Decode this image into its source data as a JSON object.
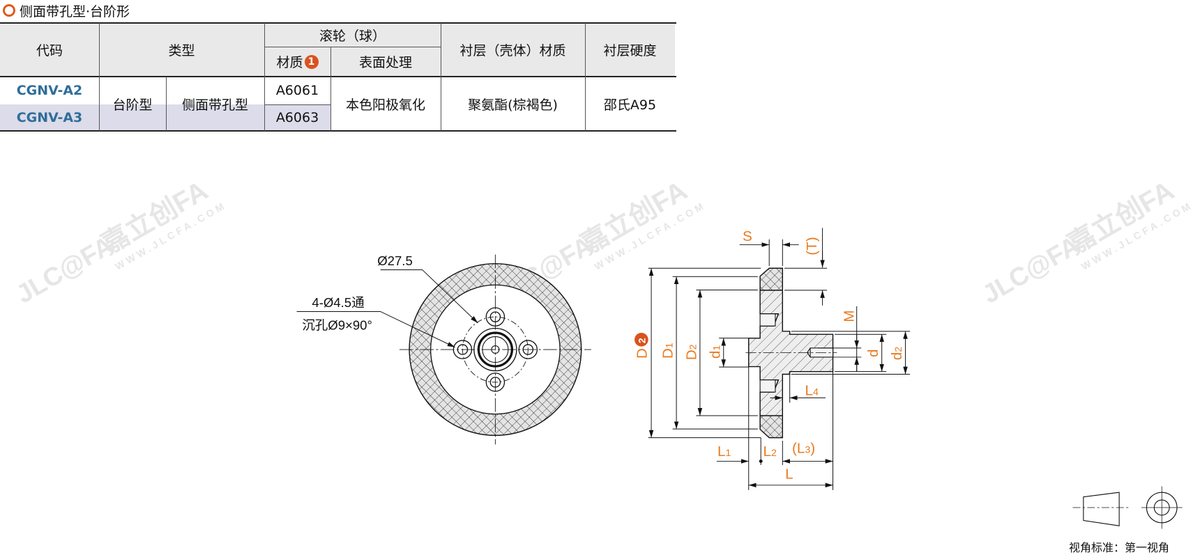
{
  "section_title": "侧面带孔型·台阶形",
  "table": {
    "headers": {
      "code": "代码",
      "type": "类型",
      "roller": "滚轮（球）",
      "material": "材质",
      "material_note": "1",
      "surface": "表面处理",
      "lining_material": "衬层（壳体）材质",
      "lining_hardness": "衬层硬度"
    },
    "rows": [
      {
        "code": "CGNV-A2",
        "material": "A6061"
      },
      {
        "code": "CGNV-A3",
        "material": "A6063"
      }
    ],
    "shared": {
      "type1": "台阶型",
      "type2": "侧面带孔型",
      "surface": "本色阳极氧化",
      "lining_material": "聚氨酯(棕褐色)",
      "lining_hardness": "邵氏A95"
    }
  },
  "front_view": {
    "dia_label": "Ø27.5",
    "hole_label": "4-Ø4.5通",
    "counterbore_label": "沉孔Ø9×90°"
  },
  "side_view": {
    "S": "S",
    "T": "(T)",
    "D": "D",
    "D_note": "2",
    "D1": "D",
    "D1_sub": "1",
    "D2": "D",
    "D2_sub": "2",
    "d1": "d",
    "d1_sub": "1",
    "d": "d",
    "d2": "d",
    "d2_sub": "2",
    "M": "M",
    "L": "L",
    "L1": "L",
    "L1_sub": "1",
    "L2": "L",
    "L2_sub": "2",
    "L3": "(L",
    "L3_sub": "3",
    "L3_close": ")",
    "L4": "L",
    "L4_sub": "4"
  },
  "watermark": {
    "brand": "嘉立创FA",
    "logo": "JLC@FA",
    "url": "WWW.JLCFA.COM"
  },
  "projection": {
    "label": "视角标准：第一视角"
  },
  "colors": {
    "accent": "#e05a1a",
    "dimension": "#e87a1e",
    "code": "#2f6e99",
    "header_bg": "#e9e9e9",
    "row_alt": "#dcdcea"
  }
}
